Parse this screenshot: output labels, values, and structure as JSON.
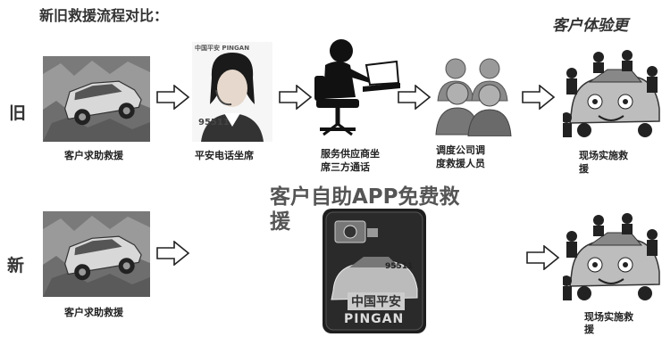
{
  "header": {
    "title": "新旧救援流程对比：",
    "right_title": "客户体验更"
  },
  "rows": {
    "old_label": "旧",
    "new_label": "新"
  },
  "old_flow": {
    "step1": "客户求助救援",
    "step2_logo": "中国平安 PINGAN",
    "step2_badge": "95511",
    "step2": "平安电话坐席",
    "step3_line1": "服务供应商坐",
    "step3_line2": "席三方通话",
    "step4_line1": "调度公司调",
    "step4_line2": "度救援人员",
    "step5_line1": "现场实施救",
    "step5_line2": "援"
  },
  "new_flow": {
    "step1": "客户求助救援",
    "app_title_line1": "客户自助APP免费救",
    "app_title_line2": "援",
    "app_badge": "95511",
    "app_logo_cn": "中国平安",
    "app_logo_en": "PINGAN",
    "step5_line1": "现场实施救",
    "step5_line2": "援"
  }
}
